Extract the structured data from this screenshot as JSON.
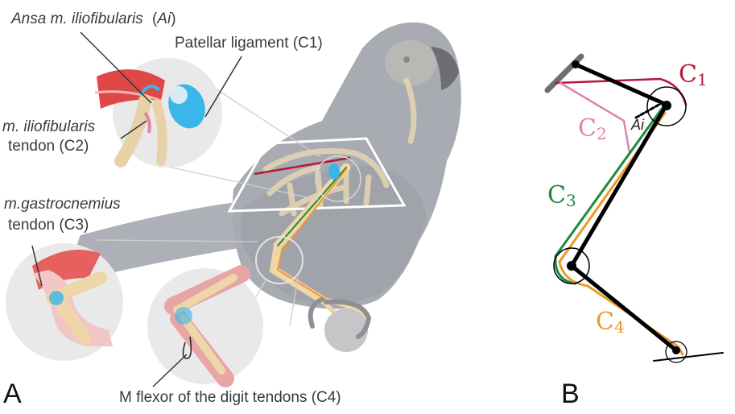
{
  "panels": {
    "a": "A",
    "b": "B"
  },
  "labels_a": {
    "ansa_name": "Ansa m. iliofibularis",
    "ansa_abbr_open": "(",
    "ansa_abbr": "Ai",
    "ansa_abbr_close": ")",
    "patellar": "Patellar ligament (C1)",
    "iliofib_name": "m. iliofibularis",
    "iliofib_tendon": "tendon (C2)",
    "gastro_name": "m.gastrocnemius",
    "gastro_tendon": "tendon (C3)",
    "flexor": "M flexor of the digit tendons (C4)"
  },
  "labels_b": {
    "c1": {
      "base": "C",
      "sub": "1"
    },
    "c2": {
      "base": "C",
      "sub": "2"
    },
    "c3": {
      "base": "C",
      "sub": "3"
    },
    "c4": {
      "base": "C",
      "sub": "4"
    },
    "ai": "Ai"
  },
  "colors": {
    "c1": "#b5183a",
    "c2": "#e184a7",
    "c3": "#1e8a3c",
    "c4": "#ec9a2a",
    "bird": "#a9abb3",
    "bone": "#e8d6b4",
    "tendon_blue": "#3ab6e8",
    "bar": "#6f6f6f"
  }
}
